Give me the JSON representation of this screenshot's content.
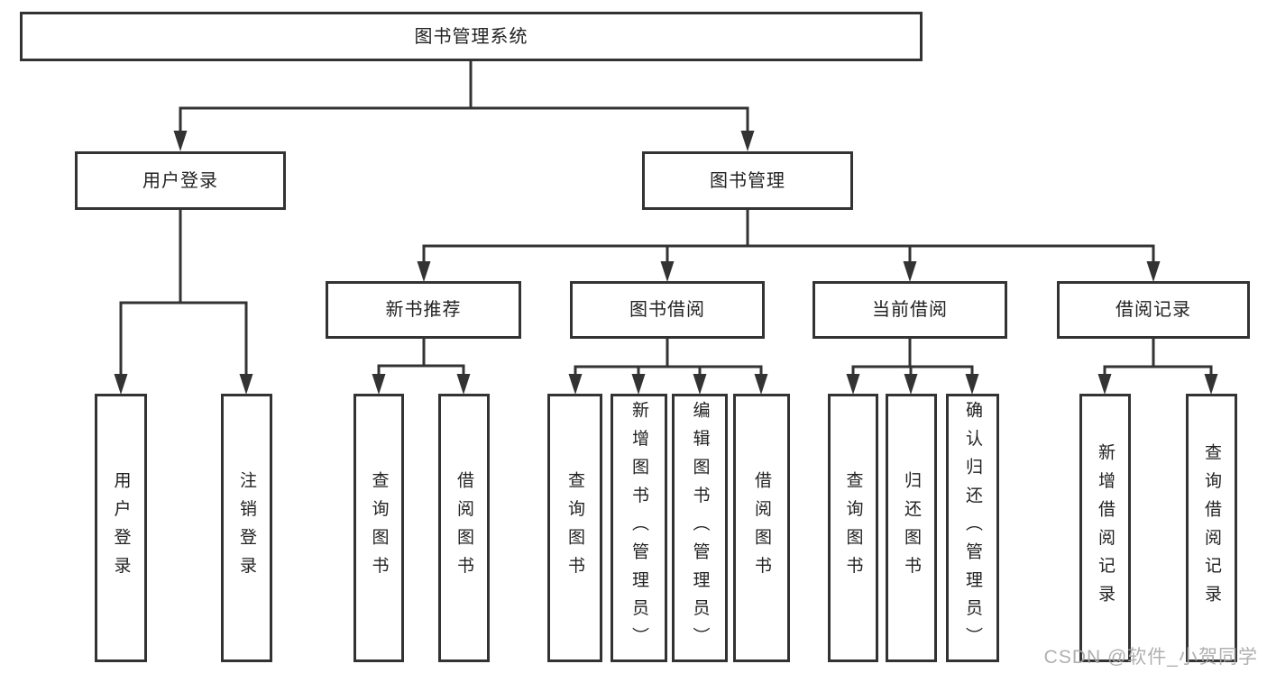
{
  "root": {
    "label": "图书管理系统"
  },
  "branches": {
    "user_login": {
      "label": "用户登录",
      "children": [
        {
          "label": "用户登录"
        },
        {
          "label": "注销登录"
        }
      ]
    },
    "book_management": {
      "label": "图书管理",
      "children": [
        {
          "label": "新书推荐",
          "children": [
            {
              "label": "查询图书"
            },
            {
              "label": "借阅图书"
            }
          ]
        },
        {
          "label": "图书借阅",
          "children": [
            {
              "label": "查询图书"
            },
            {
              "label": "新增图书（管理员）"
            },
            {
              "label": "编辑图书（管理员）"
            },
            {
              "label": "借阅图书"
            }
          ]
        },
        {
          "label": "当前借阅",
          "children": [
            {
              "label": "查询图书"
            },
            {
              "label": "归还图书"
            },
            {
              "label": "确认归还（管理员）"
            }
          ]
        },
        {
          "label": "借阅记录",
          "children": [
            {
              "label": "新增借阅记录"
            },
            {
              "label": "查询借阅记录"
            }
          ]
        }
      ]
    }
  },
  "watermark": "CSDN @软件_小贺同学",
  "colors": {
    "line": "#333333",
    "text": "#222222",
    "background": "#ffffff",
    "watermark": "#a8a6a6"
  }
}
